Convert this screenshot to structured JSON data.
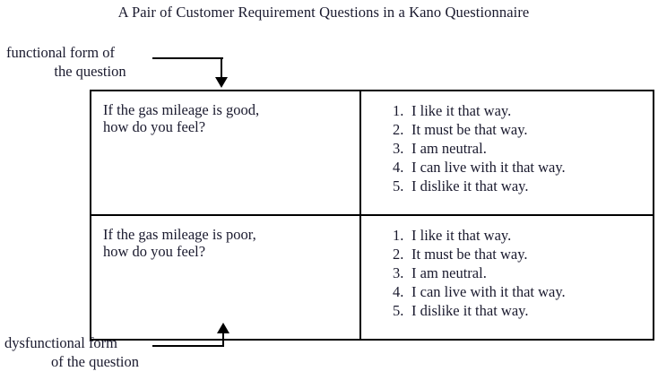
{
  "title": "A Pair of Customer Requirement Questions in a Kano Questionnaire",
  "callouts": {
    "functional": {
      "line1": "functional form of",
      "line2": "the question"
    },
    "dysfunctional": {
      "line1": "dysfunctional form",
      "line2": "of the question"
    }
  },
  "table": {
    "rows": [
      {
        "question_line1": "If the gas mileage is good,",
        "question_line2": "how do you feel?",
        "answers": [
          {
            "num": "1.",
            "text": "I like it that way."
          },
          {
            "num": "2.",
            "text": "It must be that way."
          },
          {
            "num": "3.",
            "text": "I am neutral."
          },
          {
            "num": "4.",
            "text": "I can live with it that way."
          },
          {
            "num": "5.",
            "text": "I dislike it that way."
          }
        ]
      },
      {
        "question_line1": "If the gas mileage is poor,",
        "question_line2": "how do you feel?",
        "answers": [
          {
            "num": "1.",
            "text": "I like it that way."
          },
          {
            "num": "2.",
            "text": "It must be that way."
          },
          {
            "num": "3.",
            "text": "I am neutral."
          },
          {
            "num": "4.",
            "text": "I can live with it that way."
          },
          {
            "num": "5.",
            "text": "I dislike it that way."
          }
        ]
      }
    ]
  },
  "colors": {
    "background": "#ffffff",
    "ink": "#1a1a2e",
    "rule": "#000000"
  }
}
